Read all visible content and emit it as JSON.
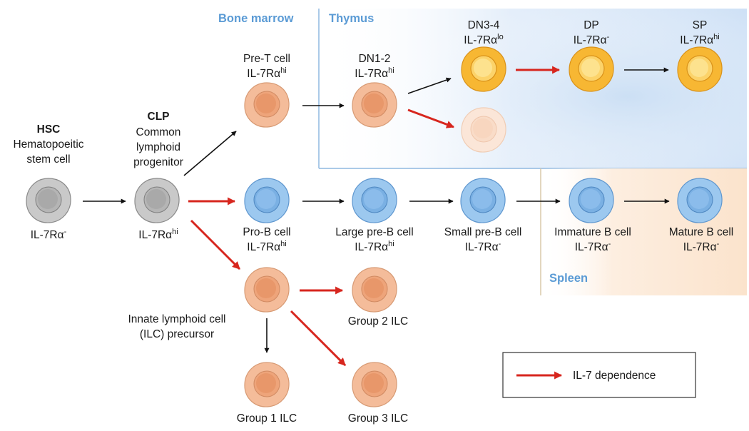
{
  "regions": {
    "bone_marrow": "Bone marrow",
    "thymus": "Thymus",
    "spleen": "Spleen"
  },
  "cells": {
    "hsc": {
      "abbr": "HSC",
      "name": [
        "Hematopoeitic",
        "stem cell"
      ],
      "marker": "IL-7Rα",
      "marker_sup": "-"
    },
    "clp": {
      "abbr": "CLP",
      "name": [
        "Common",
        "lymphoid",
        "progenitor"
      ],
      "marker": "IL-7Rα",
      "marker_sup": "hi"
    },
    "pre_t": {
      "name": "Pre-T cell",
      "marker": "IL-7Rα",
      "marker_sup": "hi"
    },
    "dn12": {
      "name": "DN1-2",
      "marker": "IL-7Rα",
      "marker_sup": "hi"
    },
    "dn34": {
      "name": "DN3-4",
      "marker": "IL-7Rα",
      "marker_sup": "lo"
    },
    "dp": {
      "name": "DP",
      "marker": "IL-7Rα",
      "marker_sup": "-"
    },
    "sp": {
      "name": "SP",
      "marker": "IL-7Rα",
      "marker_sup": "hi"
    },
    "pro_b": {
      "name": "Pro-B cell",
      "marker": "IL-7Rα",
      "marker_sup": "hi"
    },
    "large_pre_b": {
      "name": "Large pre-B cell",
      "marker": "IL-7Rα",
      "marker_sup": "hi"
    },
    "small_pre_b": {
      "name": "Small pre-B cell",
      "marker": "IL-7Rα",
      "marker_sup": "-"
    },
    "immature_b": {
      "name": "Immature B cell",
      "marker": "IL-7Rα",
      "marker_sup": "-"
    },
    "mature_b": {
      "name": "Mature B cell",
      "marker": "IL-7Rα",
      "marker_sup": "-"
    },
    "ilc_precursor": {
      "name": [
        "Innate lymphoid cell",
        "(ILC) precursor"
      ]
    },
    "group1_ilc": {
      "name": "Group 1 ILC"
    },
    "group2_ilc": {
      "name": "Group 2 ILC"
    },
    "group3_ilc": {
      "name": "Group 3 ILC"
    }
  },
  "legend": {
    "label": "IL-7 dependence"
  },
  "colors": {
    "il7_arrow": "#d7261e",
    "black_arrow": "#111111",
    "region_title": "#5b9bd5",
    "gray_cell": "#c8c8c8",
    "peach_cell": "#f2b48e",
    "blue_cell": "#7fb5e6",
    "orange_cell": "#f5a623",
    "thymus_bg": "#dbe9f8",
    "spleen_bg": "#fbe6d2"
  }
}
